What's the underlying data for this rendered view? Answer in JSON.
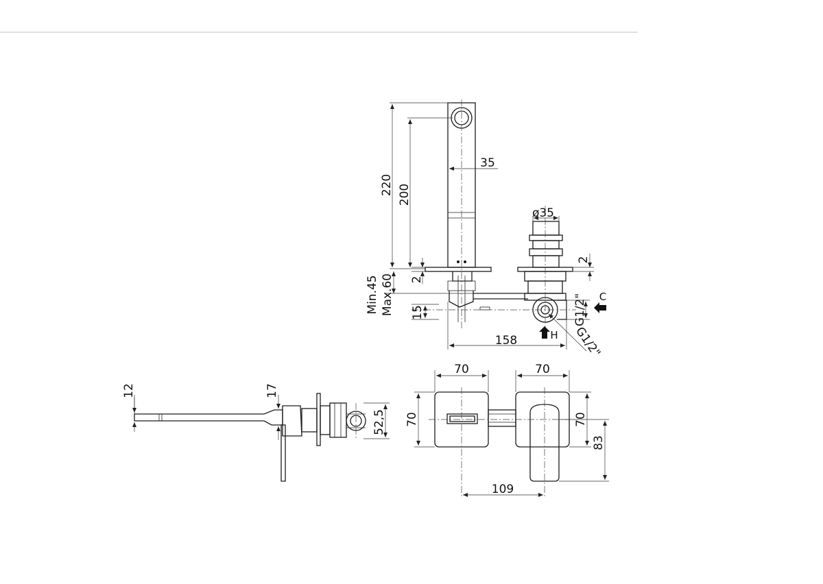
{
  "top_view": {
    "dim_220": "220",
    "dim_200": "200",
    "dim_35": "35",
    "dim_d35": "ø35",
    "dim_2_right": "2",
    "dim_2_left": "2",
    "dim_min45": "Min.45",
    "dim_max60": "Max.60",
    "dim_15": "15",
    "dim_158": "158",
    "dim_g12_right": "G1/2\"",
    "dim_g12_diag": "G1/2\"",
    "label_c": "C",
    "label_h": "H"
  },
  "side_view": {
    "dim_12": "12",
    "dim_17": "17",
    "dim_52_5": "52,5"
  },
  "front_view": {
    "dim_70_top_left": "70",
    "dim_70_top_right": "70",
    "dim_70_left": "70",
    "dim_70_right": "70",
    "dim_83": "83",
    "dim_109": "109"
  }
}
